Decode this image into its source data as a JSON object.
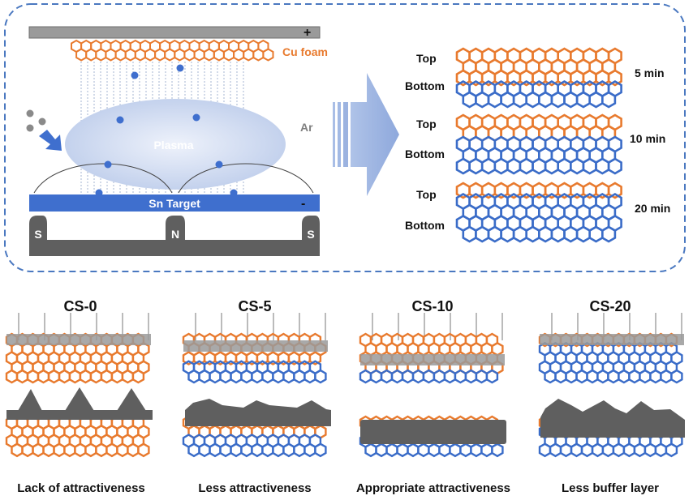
{
  "colors": {
    "orange": "#E87A2E",
    "blue": "#3A6CC8",
    "gray": "#8F8F8F",
    "dark": "#5F5F5F",
    "target": "#3F6FCE",
    "border": "#4A78C0",
    "plasma": "#C9D6EE",
    "arrow": "#9DB4E0",
    "dot": "#3F6FCE"
  },
  "setup": {
    "foam_label": "Cu foam",
    "plus": "+",
    "plasma_label": "Plasma",
    "ar_label": "Ar",
    "target_label": "Sn Target",
    "minus": "-",
    "magnets": [
      "S",
      "N",
      "S"
    ]
  },
  "samples": [
    {
      "top": "Top",
      "bottom": "Bottom",
      "time": "5 min"
    },
    {
      "top": "Top",
      "bottom": "Bottom",
      "time": "10 min"
    },
    {
      "top": "Top",
      "bottom": "Bottom",
      "time": "20 min"
    }
  ],
  "panels": [
    {
      "title": "CS-0",
      "caption": "Lack of attractiveness"
    },
    {
      "title": "CS-5",
      "caption": "Less attractiveness"
    },
    {
      "title": "CS-10",
      "caption": "Appropriate attractiveness"
    },
    {
      "title": "CS-20",
      "caption": "Less buffer layer"
    }
  ]
}
